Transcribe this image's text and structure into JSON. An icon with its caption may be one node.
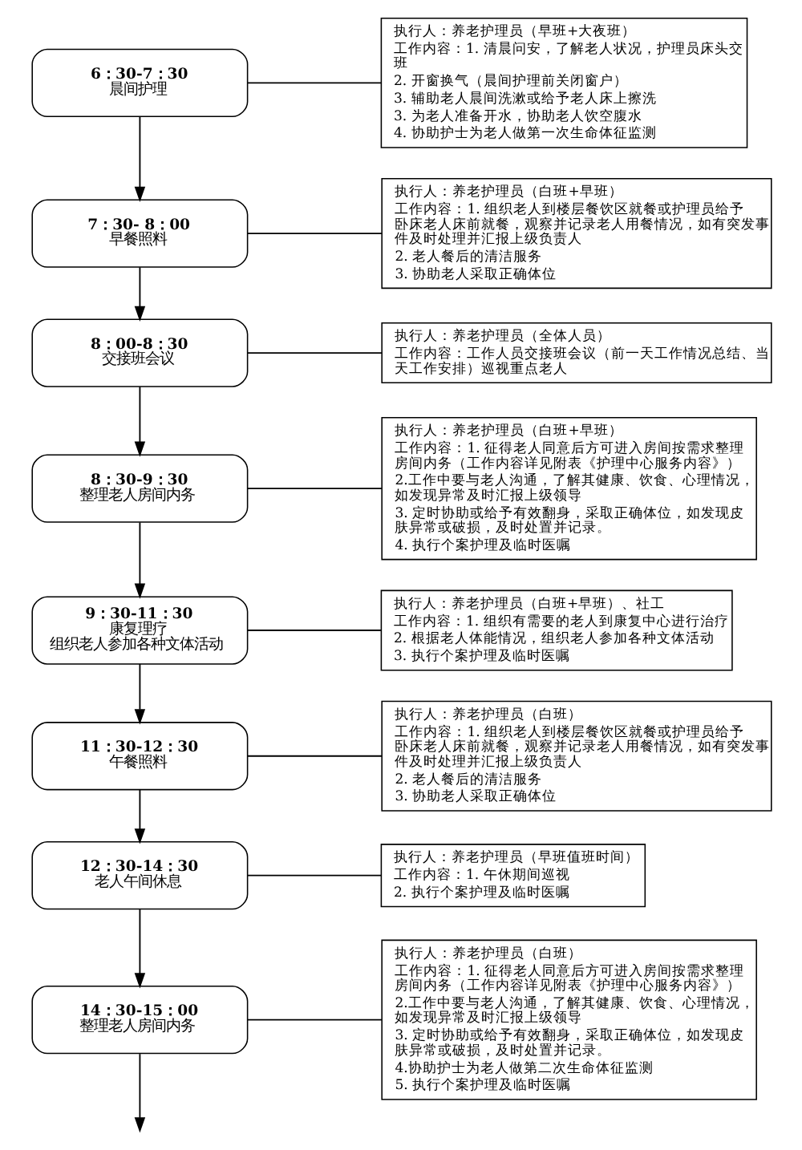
{
  "diagram": {
    "nodes": [
      {
        "text": [
          "6：30-7：30",
          "晨间护理"
        ]
      },
      {
        "text": [
          "执行人：养老护理员（早班+大夜班）",
          "工作内容：1. 清晨问安，了解老人状况，护理员床头交班",
          "2. 开窗换气（晨间护理前关闭窗户）",
          "3. 辅助老人晨间洗漱或给予老人床上擦洗",
          "3. 为老人准备开水，协助老人饮空腹水",
          "4. 协助护士为老人做第一次生命体征监测"
        ]
      },
      {
        "text": [
          "7：30- 8：00",
          "早餐照料"
        ]
      },
      {
        "text": [
          "执行人：养老护理员（白班+早班）",
          "工作内容：1. 组织老人到楼层餐饮区就餐或护理员给予卧床老人床前就餐，观察并记录老人用餐情况，如有突发事件及时处理并汇报上级负责人",
          "2. 老人餐后的清洁服务",
          "3. 协助老人采取正确体位"
        ]
      },
      {
        "text": [
          "8：00-8：30",
          "交接班会议"
        ]
      },
      {
        "text": [
          "执行人：养老护理员（全体人员）",
          "工作内容：工作人员交接班会议（前一天工作情况总结、当天工作安排）巡视重点老人"
        ]
      },
      {
        "text": [
          "8：30-9：30",
          "整理老人房间内务"
        ]
      },
      {
        "text": [
          "执行人：养老护理员（白班+早班）",
          "工作内容：1. 征得老人同意后方可进入房间按需求整理房间内务（工作内容详见附表《护理中心服务内容》）",
          "2.工作中要与老人沟通，了解其健康、饮食、心理情况，如发现异常及时汇报上级领导",
          "3. 定时协助或给予有效翻身，采取正确体位，如发现皮肤异常或破损，及时处置并记录。",
          "4. 执行个案护理及临时医嘱"
        ]
      },
      {
        "text": [
          "9：30-11：30",
          "康复理疗",
          "组织老人参加各种文体活动"
        ]
      },
      {
        "text": [
          "执行人：养老护理员（白班+早班）、社工",
          "工作内容：1. 组织有需要的老人到康复中心进行治疗",
          "2. 根据老人体能情况，组织老人参加各种文体活动",
          "3. 执行个案护理及临时医嘱"
        ]
      },
      {
        "text": [
          "11：30-12：30",
          "午餐照料"
        ]
      },
      {
        "text": [
          "执行人：养老护理员（白班）",
          "工作内容：1. 组织老人到楼层餐饮区就餐或护理员给予卧床老人床前就餐，观察并记录老人用餐情况，如有突发事件及时处理并汇报上级负责人",
          "2. 老人餐后的清洁服务",
          "3. 协助老人采取正确体位"
        ]
      },
      {
        "text": [
          "12：30-14：30",
          "老人午间休息"
        ]
      },
      {
        "text": [
          "执行人：养老护理员（早班值班时间）",
          "工作内容：1. 午休期间巡视",
          "2. 执行个案护理及临时医嘱"
        ]
      },
      {
        "text": [
          "14：30-15：00",
          "整理老人房间内务"
        ]
      },
      {
        "text": [
          "执行人：养老护理员（白班）",
          "工作内容：1. 征得老人同意后方可进入房间按需求整理房间内务（工作内容详见附表《护理中心服务内容》）",
          "2.工作中要与老人沟通，了解其健康、饮食、心理情况，如发现异常及时汇报上级领导",
          "3. 定时协助或给予有效翻身，采取正确体位，如发现皮肤异常或破损，及时处置并记录。",
          "4.协助护士为老人做第二次生命体征监测",
          "5. 执行个案护理及临时医嘱"
        ]
      }
    ],
    "edges": [
      {
        "from": 0,
        "to": 1,
        "arrow": "none"
      },
      {
        "from": 0,
        "to": 2,
        "arrow": "to"
      },
      {
        "from": 2,
        "to": 3,
        "arrow": "none"
      },
      {
        "from": 2,
        "to": 4,
        "arrow": "to"
      },
      {
        "from": 4,
        "to": 5,
        "arrow": "none"
      },
      {
        "from": 4,
        "to": 6,
        "arrow": "to"
      },
      {
        "from": 6,
        "to": 7,
        "arrow": "none"
      },
      {
        "from": 6,
        "to": 8,
        "arrow": "to"
      },
      {
        "from": 8,
        "to": 9,
        "arrow": "none"
      },
      {
        "from": 8,
        "to": 10,
        "arrow": "to"
      },
      {
        "from": 10,
        "to": 11,
        "arrow": "none"
      },
      {
        "from": 10,
        "to": 12,
        "arrow": "to"
      },
      {
        "from": 12,
        "to": 13,
        "arrow": "none"
      },
      {
        "from": 12,
        "to": 14,
        "arrow": "to"
      },
      {
        "from": 14,
        "to": 15,
        "arrow": "none"
      },
      {
        "from": 14,
        "to": null,
        "arrow": "to"
      }
    ]
  }
}
